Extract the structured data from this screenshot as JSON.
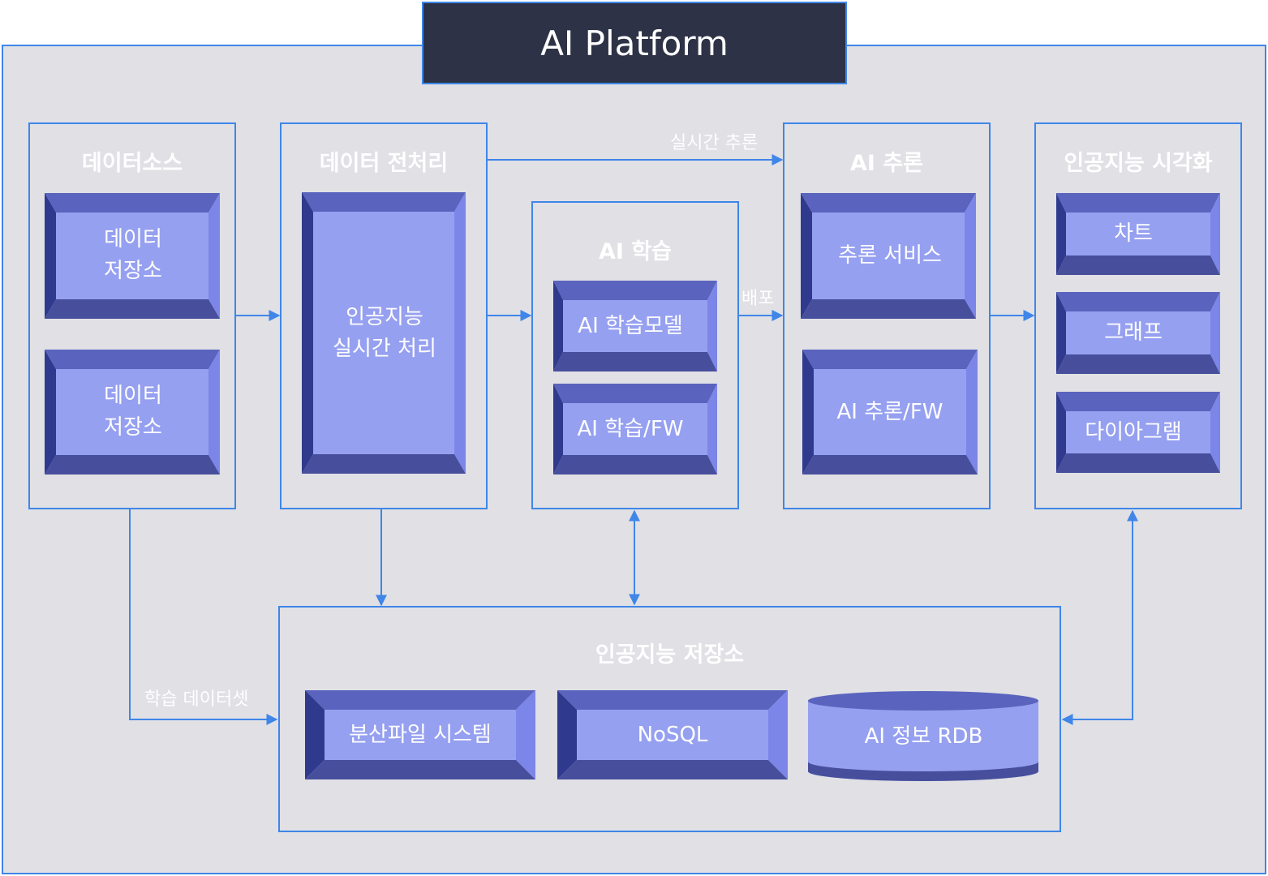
{
  "title": "AI Platform",
  "colors": {
    "frame_border": "#3f86e8",
    "frame_fill": "#e0e0e5",
    "title_fill": "#2d3246",
    "box_face": "#96a0f0",
    "box_top": "#5a64be",
    "box_left": "#2f3a8e",
    "box_bottom": "#474f9c",
    "box_right": "#7c86e8"
  },
  "sections": {
    "data_source": {
      "title": "데이터소스",
      "boxes": [
        "데이터\n저장소",
        "데이터\n저장소"
      ]
    },
    "preprocessing": {
      "title": "데이터 전처리",
      "boxes": [
        "인공지능\n실시간 처리"
      ]
    },
    "ai_training": {
      "title": "AI 학습",
      "boxes": [
        "AI 학습모델",
        "AI 학습/FW"
      ]
    },
    "ai_inference": {
      "title": "AI 추론",
      "boxes": [
        "추론 서비스",
        "AI 추론/FW"
      ]
    },
    "visualization": {
      "title": "인공지능 시각화",
      "boxes": [
        "차트",
        "그래프",
        "다이아그램"
      ]
    },
    "storage": {
      "title": "인공지능 저장소",
      "boxes": [
        "분산파일 시스템",
        "NoSQL",
        "AI 정보 RDB"
      ]
    }
  },
  "connector_labels": {
    "realtime_inference": "실시간 추론",
    "deploy": "배포",
    "training_dataset": "학습 데이터셋"
  }
}
